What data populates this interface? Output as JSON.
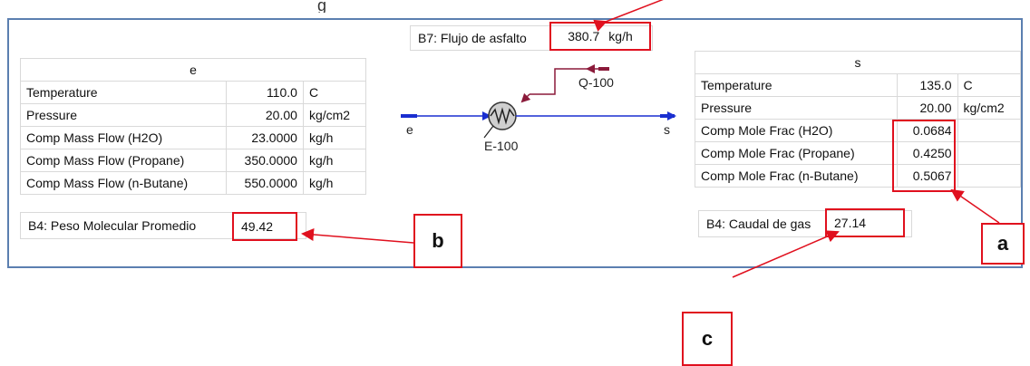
{
  "top_fragment": "g",
  "inlet_table": {
    "title": "e",
    "rows": [
      {
        "label": "Temperature",
        "value": "110.0",
        "unit": "C"
      },
      {
        "label": "Pressure",
        "value": "20.00",
        "unit": "kg/cm2"
      },
      {
        "label": "Comp Mass Flow (H2O)",
        "value": "23.0000",
        "unit": "kg/h"
      },
      {
        "label": "Comp Mass Flow (Propane)",
        "value": "350.0000",
        "unit": "kg/h"
      },
      {
        "label": "Comp Mass Flow (n-Butane)",
        "value": "550.0000",
        "unit": "kg/h"
      }
    ]
  },
  "outlet_table": {
    "title": "s",
    "rows": [
      {
        "label": "Temperature",
        "value": "135.0",
        "unit": "C"
      },
      {
        "label": "Pressure",
        "value": "20.00",
        "unit": "kg/cm2"
      },
      {
        "label": "Comp Mole Frac (H2O)",
        "value": "0.0684",
        "unit": ""
      },
      {
        "label": "Comp Mole Frac (Propane)",
        "value": "0.4250",
        "unit": ""
      },
      {
        "label": "Comp Mole Frac (n-Butane)",
        "value": "0.5067",
        "unit": ""
      }
    ]
  },
  "b7_box": {
    "label": "B7: Flujo de asfalto",
    "value": "380.7",
    "unit": "kg/h"
  },
  "b4_weight_box": {
    "label": "B4: Peso Molecular Promedio",
    "value": "49.42"
  },
  "b4_flow_box": {
    "label": "B4: Caudal de gas",
    "value": "27.14"
  },
  "pfd": {
    "inlet_stream": "e",
    "outlet_stream": "s",
    "energy_stream": "Q-100",
    "exchanger": "E-100"
  },
  "callouts": {
    "a": "a",
    "b": "b",
    "c": "c"
  },
  "colors": {
    "annotation_red": "#e0101e",
    "frame_blue": "#5b7fb0",
    "stream_blue": "#1a2fd0",
    "energy_maroon": "#8b1a3a"
  }
}
